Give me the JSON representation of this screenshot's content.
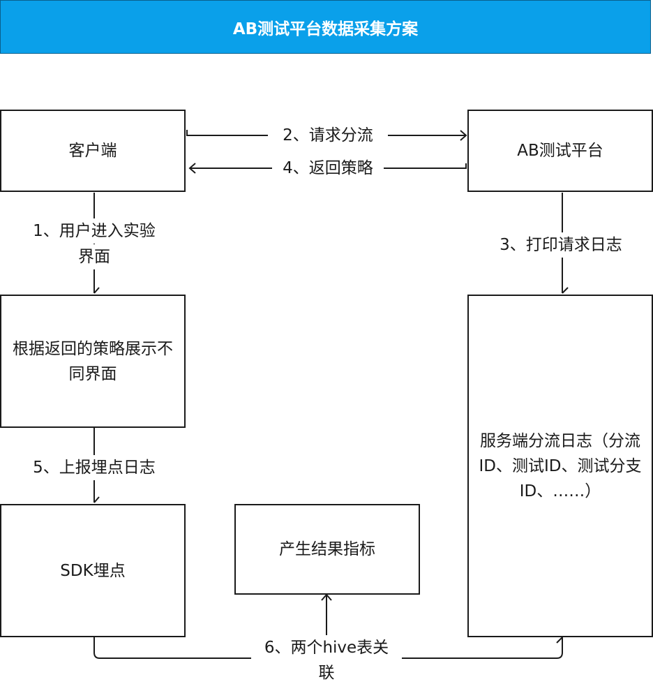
{
  "title": "AB测试平台数据采集方案",
  "nodes": {
    "client": "客户端",
    "ab_platform": "AB测试平台",
    "show_page": "根据返回的策略展示不同界面",
    "sdk": "SDK埋点",
    "server_log": "服务端分流日志（分流ID、测试ID、测试分支ID、……）",
    "result": "产生结果指标"
  },
  "edges": {
    "e1_line1": "1、用户进入实验",
    "e1_line2": "界面",
    "e2": "2、请求分流",
    "e3": "3、打印请求日志",
    "e4": "4、返回策略",
    "e5": "5、上报埋点日志",
    "e6_line1": "6、两个hive表关",
    "e6_line2": "联"
  },
  "colors": {
    "title_bg": "#0aa0ea",
    "title_text": "#ffffff",
    "stroke": "#1a1a1a"
  }
}
